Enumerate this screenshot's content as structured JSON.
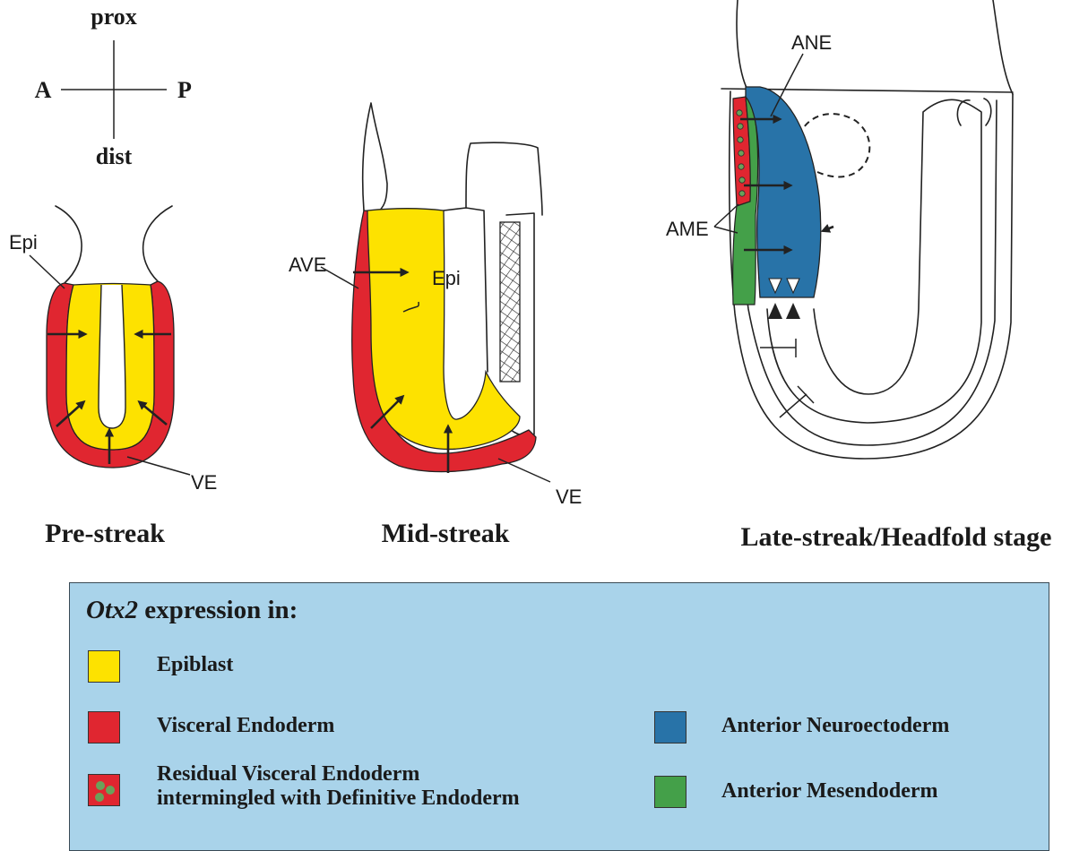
{
  "colors": {
    "epiblast": "#fde200",
    "visceral_endoderm": "#e02630",
    "neuroectoderm": "#2873a8",
    "mesendoderm": "#44a049",
    "legend_bg": "#a9d3ea",
    "dot": "#6aa15a"
  },
  "axes": {
    "prox": "prox",
    "dist": "dist",
    "a": "A",
    "p": "P"
  },
  "labels": {
    "epi": "Epi",
    "ve": "VE",
    "ave": "AVE",
    "epi2": "Epi",
    "ve2": "VE",
    "ane": "ANE",
    "ame": "AME"
  },
  "stages": {
    "pre": "Pre-streak",
    "mid": "Mid-streak",
    "late": "Late-streak/Headfold stage"
  },
  "legend": {
    "title_gene": "Otx2",
    "title_rest": " expression in:",
    "epiblast": "Epiblast",
    "ve": "Visceral Endoderm",
    "residual_line1": "Residual Visceral Endoderm",
    "residual_line2": "intermingled with Definitive Endoderm",
    "neuro": "Anterior Neuroectoderm",
    "mesendo": "Anterior Mesendoderm"
  }
}
